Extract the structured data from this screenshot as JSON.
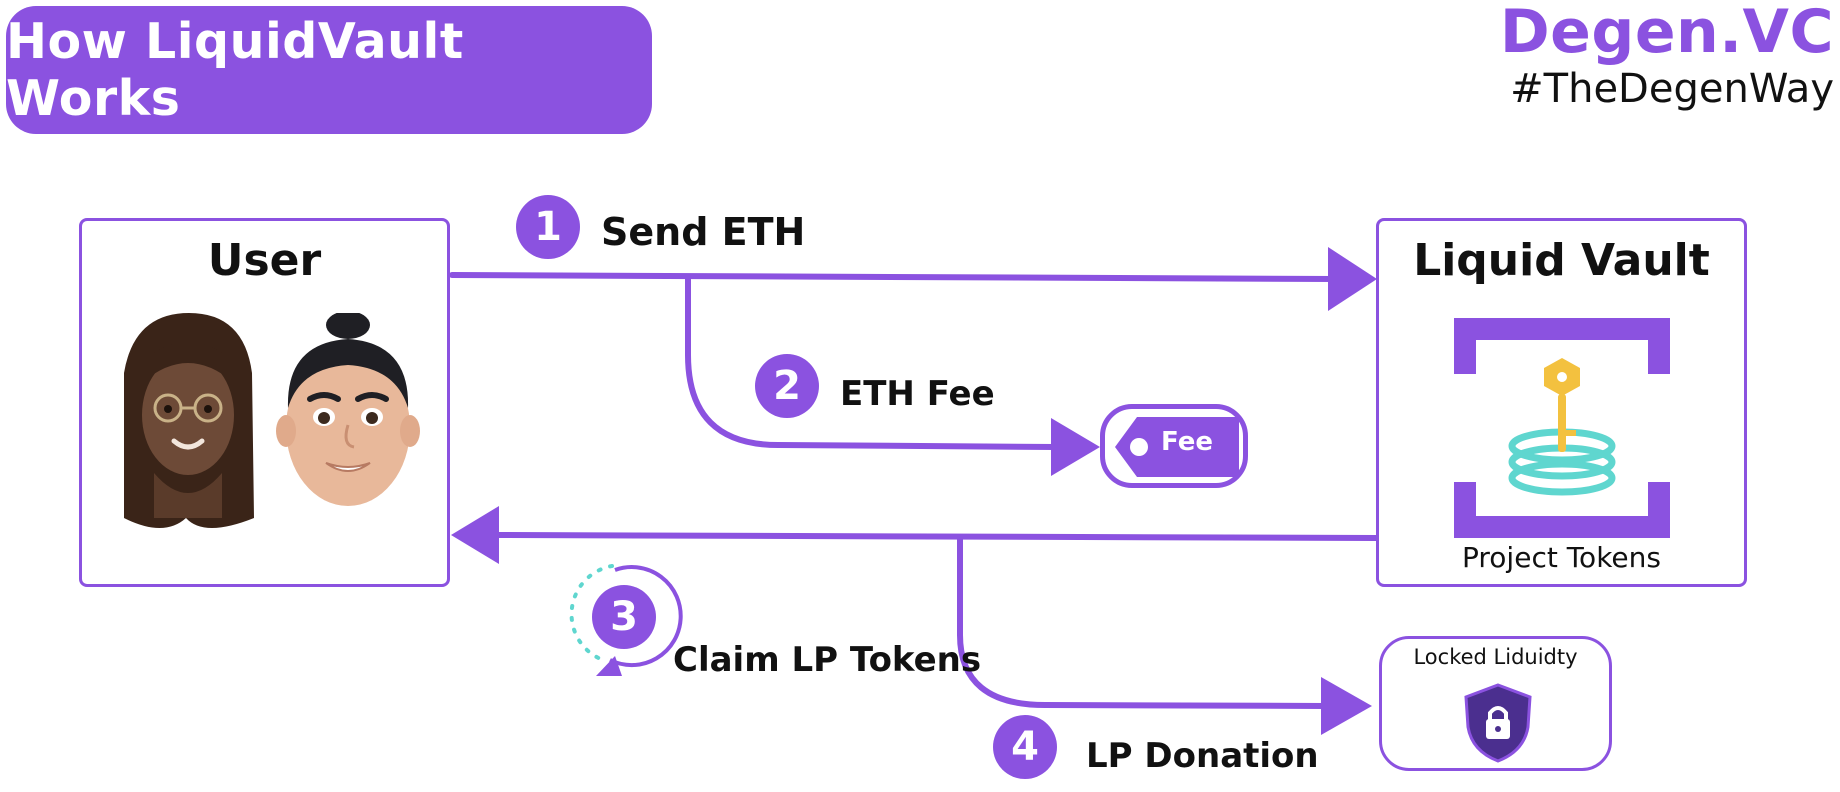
{
  "title": "How LiquidVault Works",
  "brand": {
    "name": "Degen.VC",
    "tagline": "#TheDegenWay"
  },
  "nodes": {
    "user": "User",
    "vault": "Liquid Vault",
    "vault_caption": "Project Tokens",
    "locked": "Locked Liduidty",
    "fee_tag": "Fee"
  },
  "steps": [
    {
      "number": "1",
      "label": "Send ETH"
    },
    {
      "number": "2",
      "label": "ETH Fee"
    },
    {
      "number": "3",
      "label": "Claim LP Tokens"
    },
    {
      "number": "4",
      "label": "LP Donation"
    }
  ],
  "colors": {
    "accent": "#8b52e0",
    "teal": "#5fd6cf",
    "key": "#f3c13f",
    "shield": "#4b2f8f"
  },
  "icons": [
    "user-avatar-woman-icon",
    "user-avatar-man-icon",
    "vault-bracket-icon",
    "key-icon",
    "token-stack-icon",
    "fee-tag-icon",
    "shield-lock-icon",
    "refresh-arrow-icon"
  ]
}
